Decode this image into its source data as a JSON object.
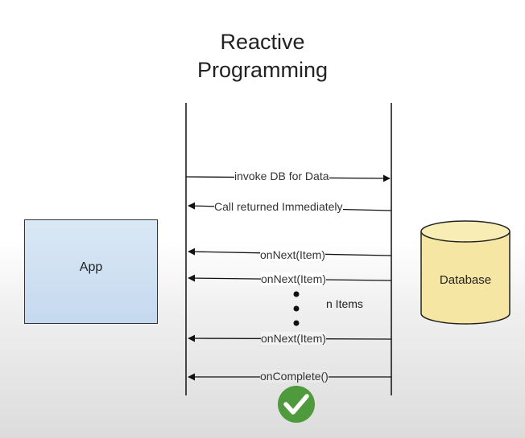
{
  "title": {
    "line1": "Reactive",
    "line2": "Programming"
  },
  "app_label": "App",
  "database_label": "Database",
  "n_items_label": "n Items",
  "messages": [
    {
      "text": "invoke DB for Data",
      "direction": "right"
    },
    {
      "text": "Call returned Immediately",
      "direction": "left"
    },
    {
      "text": "onNext(Item)",
      "direction": "left"
    },
    {
      "text": "onNext(Item)",
      "direction": "left"
    },
    {
      "text": "onNext(Item)",
      "direction": "left"
    },
    {
      "text": "onComplete()",
      "direction": "left"
    }
  ],
  "colors": {
    "app_fill": "#c5d9ee",
    "db_fill": "#f6e6a3",
    "check_green": "#4f9a3c"
  }
}
